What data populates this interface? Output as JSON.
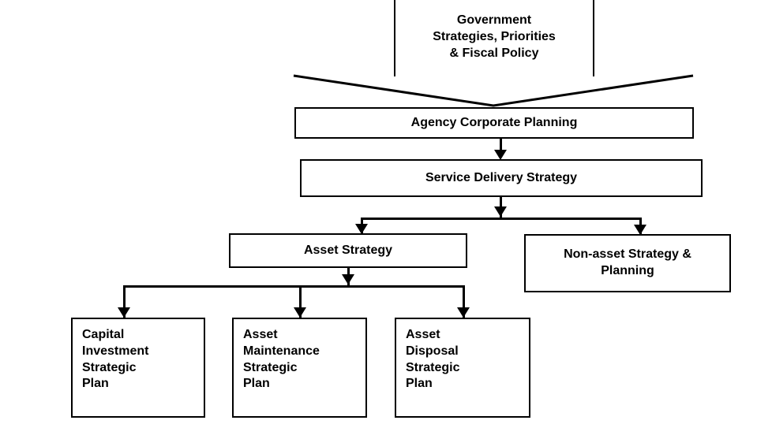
{
  "diagram": {
    "title": "Asset management planning hierarchy flowchart",
    "line_color": "#000000",
    "background_color": "#ffffff",
    "nodes": [
      {
        "id": "government",
        "label": "Government\nStrategies, Priorities\n& Fiscal Policy",
        "align": "center"
      },
      {
        "id": "agency-corporate-planning",
        "label": "Agency Corporate Planning",
        "align": "center"
      },
      {
        "id": "service-delivery-strategy",
        "label": "Service Delivery Strategy",
        "align": "center"
      },
      {
        "id": "asset-strategy",
        "label": "Asset Strategy",
        "align": "center"
      },
      {
        "id": "non-asset-strategy-planning",
        "label": "Non-asset Strategy &\nPlanning",
        "align": "center"
      },
      {
        "id": "capital-investment-strategic-plan",
        "label": "Capital\nInvestment\nStrategic\nPlan",
        "align": "left"
      },
      {
        "id": "asset-maintenance-strategic-plan",
        "label": "Asset\nMaintenance\nStrategic\nPlan",
        "align": "left"
      },
      {
        "id": "asset-disposal-strategic-plan",
        "label": "Asset\nDisposal\nStrategic\nPlan",
        "align": "left"
      }
    ],
    "edges": [
      {
        "from": "government",
        "to": "agency-corporate-planning",
        "style": "chevron"
      },
      {
        "from": "agency-corporate-planning",
        "to": "service-delivery-strategy",
        "style": "arrow"
      },
      {
        "from": "service-delivery-strategy",
        "to": "asset-strategy",
        "style": "arrow"
      },
      {
        "from": "service-delivery-strategy",
        "to": "non-asset-strategy-planning",
        "style": "arrow"
      },
      {
        "from": "asset-strategy",
        "to": "capital-investment-strategic-plan",
        "style": "arrow"
      },
      {
        "from": "asset-strategy",
        "to": "asset-maintenance-strategic-plan",
        "style": "arrow"
      },
      {
        "from": "asset-strategy",
        "to": "asset-disposal-strategic-plan",
        "style": "arrow"
      }
    ]
  }
}
